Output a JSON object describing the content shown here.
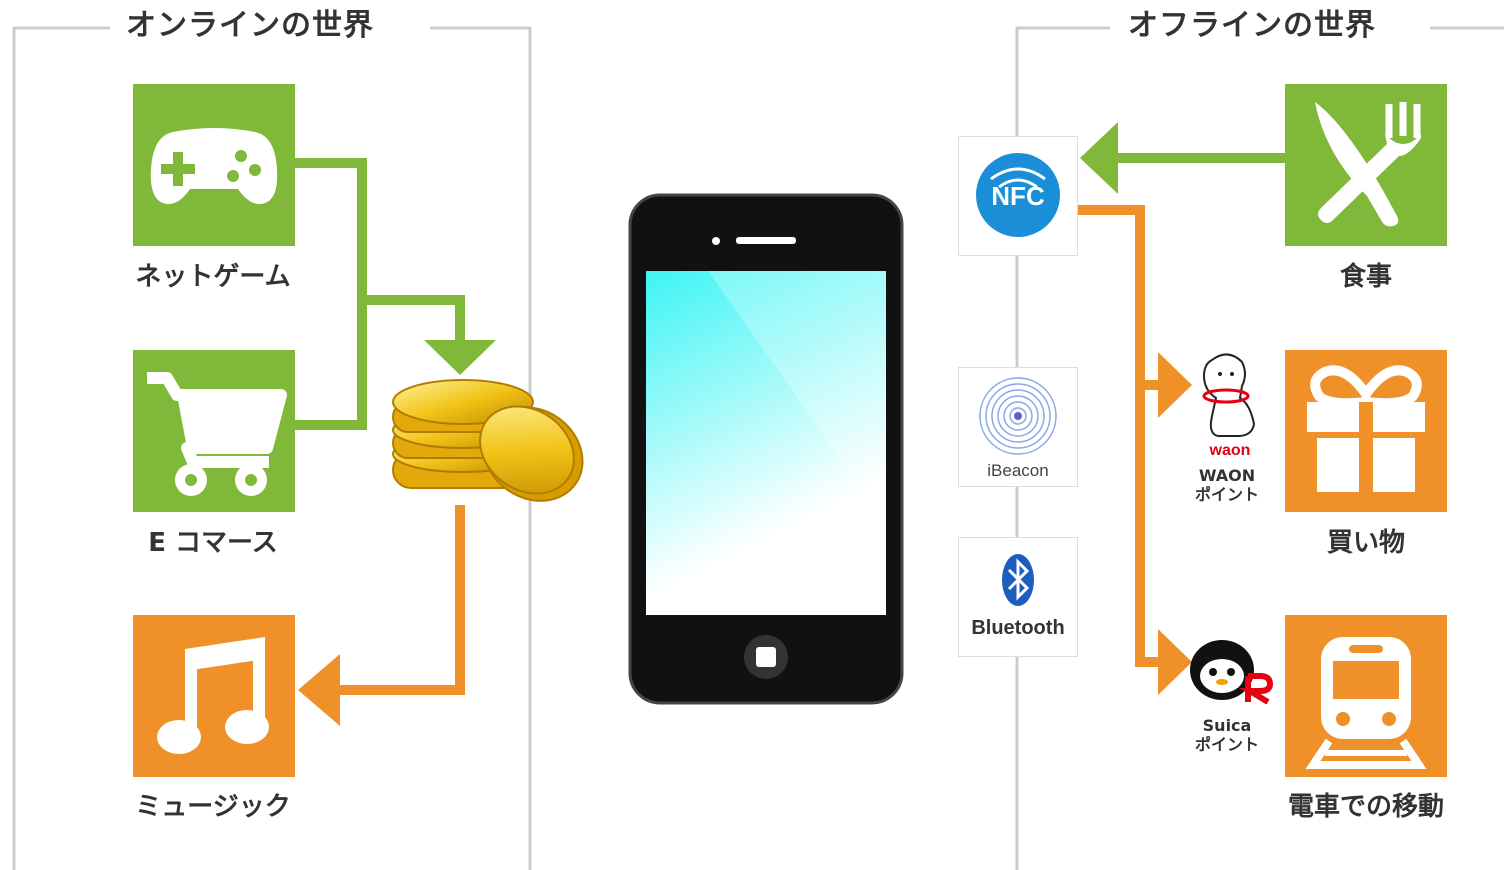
{
  "online": {
    "title": "オンラインの世界",
    "items": [
      {
        "label": "ネットゲーム",
        "icon": "gamepad-icon"
      },
      {
        "label": "E コマース",
        "icon": "shopping-cart-icon"
      },
      {
        "label": "ミュージック",
        "icon": "music-note-icon"
      }
    ]
  },
  "offline": {
    "title": "オフラインの世界",
    "items": [
      {
        "label": "食事",
        "icon": "knife-fork-icon"
      },
      {
        "label": "買い物",
        "icon": "gift-icon"
      },
      {
        "label": "電車での移動",
        "icon": "train-icon"
      }
    ]
  },
  "technologies": [
    {
      "label": "NFC",
      "icon": "nfc-icon"
    },
    {
      "label": "iBeacon",
      "icon": "ibeacon-icon"
    },
    {
      "label": "Bluetooth",
      "icon": "bluetooth-icon"
    }
  ],
  "points": [
    {
      "logo": "waon",
      "line1": "WAON",
      "line2": "ポイント",
      "icon": "waon-dog-icon"
    },
    {
      "line1": "Suica",
      "line2": "ポイント",
      "icon": "suica-penguin-icon"
    }
  ],
  "center": {
    "device": "smartphone-icon",
    "currency": "coins-icon"
  },
  "colors": {
    "green": "#80b83a",
    "orange": "#ef9128",
    "gray": "#cccccc",
    "nfc": "#1a8fd8",
    "bluetooth": "#1c5ebd"
  }
}
